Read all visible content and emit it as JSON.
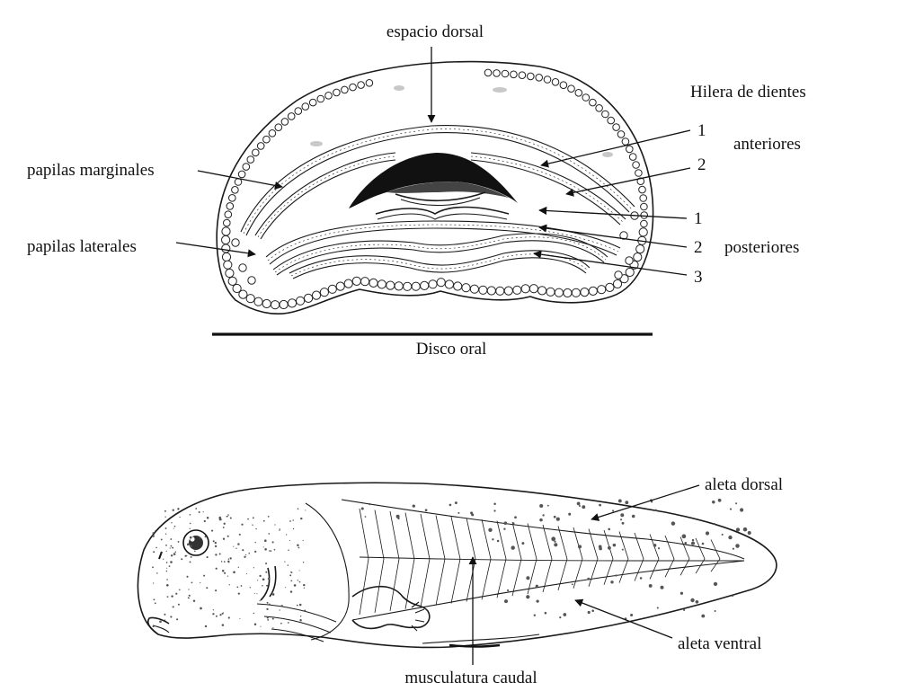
{
  "oral_disc": {
    "labels": {
      "dorsal_space": "espacio dorsal",
      "tooth_rows_header": "Hilera de dientes",
      "anterior_1": "1",
      "anterior_2": "2",
      "anterior_group": "anteriores",
      "posterior_1": "1",
      "posterior_2": "2",
      "posterior_3": "3",
      "posterior_group": "posteriores",
      "marginal_papillae": "papilas marginales",
      "lateral_papillae": "papilas laterales",
      "caption": "Disco oral"
    }
  },
  "tadpole": {
    "labels": {
      "dorsal_fin": "aleta dorsal",
      "ventral_fin": "aleta ventral",
      "caudal_musculature": "musculatura caudal"
    }
  },
  "colors": {
    "ink": "#1a1a1a",
    "background": "#ffffff"
  }
}
